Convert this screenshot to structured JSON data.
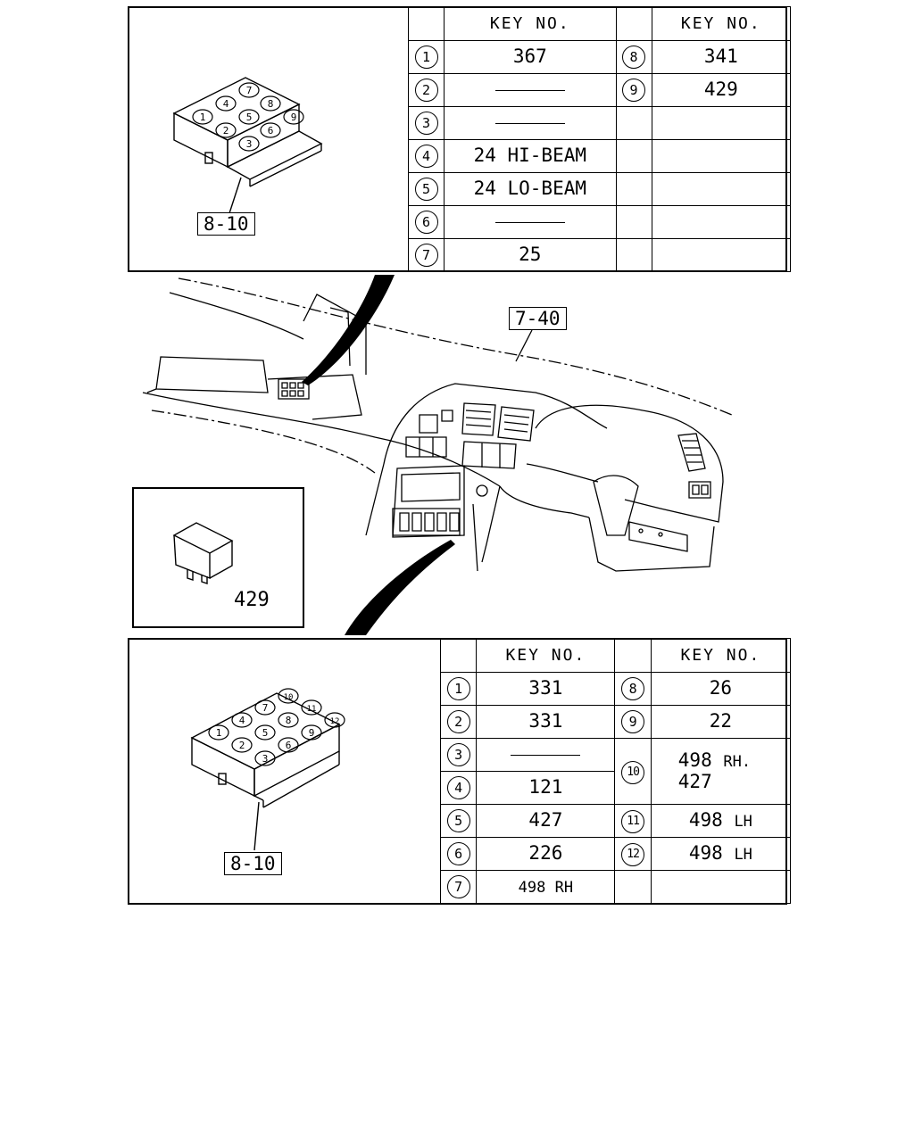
{
  "top_panel": {
    "ref_label": "8-10",
    "connector_pins": [
      "1",
      "2",
      "3",
      "4",
      "5",
      "6",
      "7",
      "8",
      "9"
    ],
    "headers": [
      "KEY NO.",
      "KEY NO."
    ],
    "rows": [
      {
        "left_num": "1",
        "left_val": "367",
        "right_num": "8",
        "right_val": "341"
      },
      {
        "left_num": "2",
        "left_val": "",
        "right_num": "9",
        "right_val": "429"
      },
      {
        "left_num": "3",
        "left_val": "",
        "right_num": "",
        "right_val": ""
      },
      {
        "left_num": "4",
        "left_val": "24 HI-BEAM",
        "right_num": "",
        "right_val": ""
      },
      {
        "left_num": "5",
        "left_val": "24 LO-BEAM",
        "right_num": "",
        "right_val": ""
      },
      {
        "left_num": "6",
        "left_val": "",
        "right_num": "",
        "right_val": ""
      },
      {
        "left_num": "7",
        "left_val": "25",
        "right_num": "",
        "right_val": ""
      }
    ]
  },
  "dash_ref_label": "7-40",
  "relay": {
    "label": "429"
  },
  "bottom_panel": {
    "ref_label": "8-10",
    "connector_pins": [
      "1",
      "2",
      "3",
      "4",
      "5",
      "6",
      "7",
      "8",
      "9",
      "10",
      "11",
      "12"
    ],
    "headers": [
      "KEY NO.",
      "KEY NO."
    ],
    "rows": [
      {
        "left_num": "1",
        "left_val": "331",
        "right_num": "8",
        "right_val": "26"
      },
      {
        "left_num": "2",
        "left_val": "331",
        "right_num": "9",
        "right_val": "22"
      },
      {
        "left_num": "3",
        "left_val": ""
      },
      {
        "left_num": "4",
        "left_val": "121"
      },
      {
        "left_num": "5",
        "left_val": "427",
        "right_num": "11",
        "right_val": "498 LH"
      },
      {
        "left_num": "6",
        "left_val": "226",
        "right_num": "12",
        "right_val": "498 LH"
      },
      {
        "left_num": "7",
        "left_val": "498 RH",
        "right_num": "",
        "right_val": ""
      }
    ],
    "merged_right": {
      "num": "10",
      "val_line1": "498 RH.",
      "val_line2": "427"
    }
  }
}
